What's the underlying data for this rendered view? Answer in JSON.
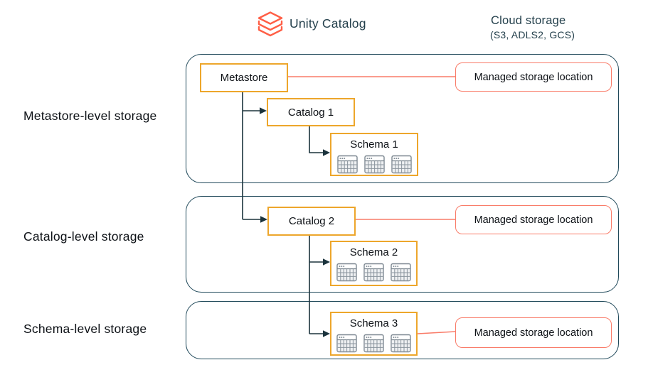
{
  "header": {
    "logo_icon": "unity-catalog-logo",
    "title": "Unity Catalog",
    "cloud": {
      "title": "Cloud storage",
      "subtitle": "(S3, ADLS2, GCS)"
    }
  },
  "side_labels": {
    "metastore": "Metastore-level storage",
    "catalog": "Catalog-level storage",
    "schema": "Schema-level storage"
  },
  "nodes": {
    "metastore": {
      "label": "Metastore"
    },
    "catalog1": {
      "label": "Catalog 1"
    },
    "schema1": {
      "label": "Schema 1",
      "table_icon_count": 3
    },
    "catalog2": {
      "label": "Catalog 2"
    },
    "schema2": {
      "label": "Schema 2",
      "table_icon_count": 3
    },
    "schema3": {
      "label": "Schema 3",
      "table_icon_count": 3
    },
    "managed1": {
      "label": "Managed storage location"
    },
    "managed2": {
      "label": "Managed storage location"
    },
    "managed3": {
      "label": "Managed storage location"
    }
  },
  "icons": {
    "logo": "unity-catalog-logo",
    "table": "table-icon"
  },
  "colors": {
    "container_border": "#20495a",
    "node_border": "#eda62b",
    "managed_border": "#f97b68",
    "connector_dark": "#1b333c",
    "connector_red": "#f97b68",
    "logo": "#ff5f46",
    "heading_text": "#24404c",
    "text": "#0d1116",
    "table_icon": "#7b8690"
  }
}
